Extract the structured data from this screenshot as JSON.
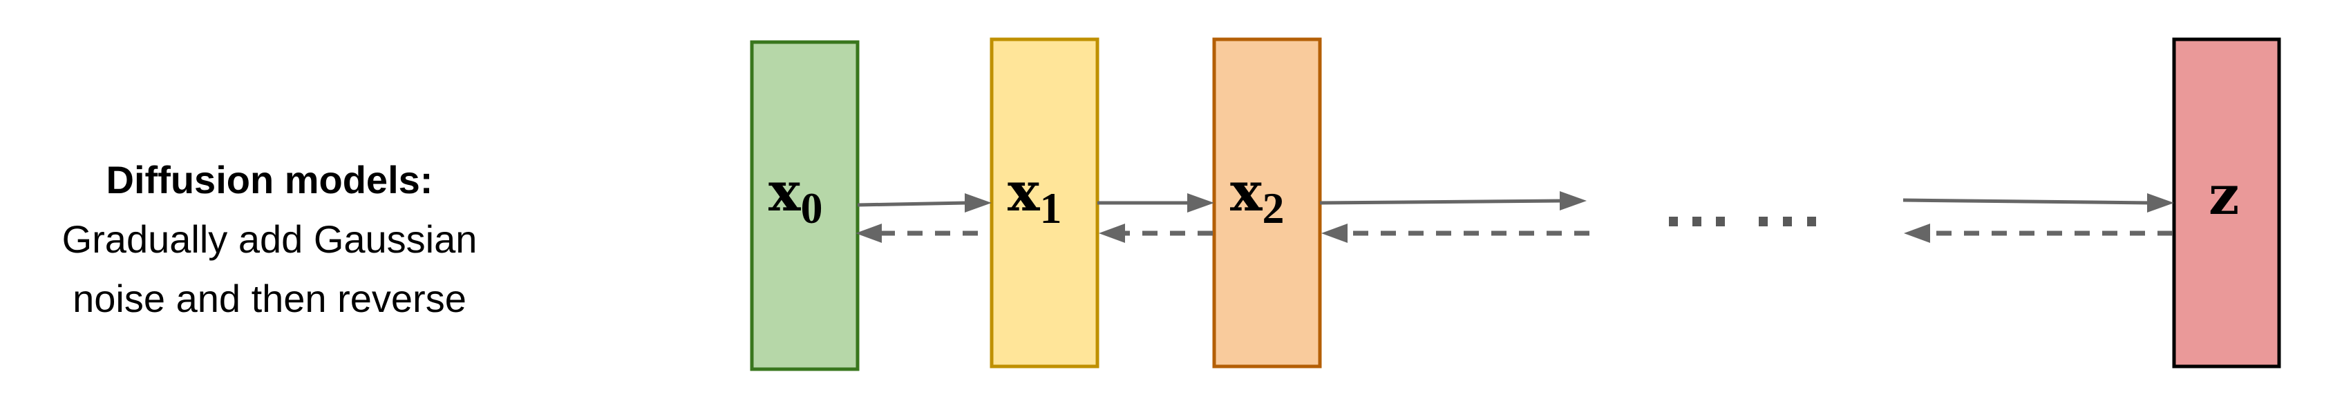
{
  "caption": {
    "title": "Diffusion models:",
    "line1": "Gradually add Gaussian",
    "line2": "noise and then reverse"
  },
  "nodes": [
    {
      "symbol": "x",
      "subscript": "0",
      "fill": "#b6d7a8",
      "stroke": "#38761d"
    },
    {
      "symbol": "x",
      "subscript": "1",
      "fill": "#ffe599",
      "stroke": "#bf9000"
    },
    {
      "symbol": "x",
      "subscript": "2",
      "fill": "#f9cb9c",
      "stroke": "#b45f06"
    },
    {
      "symbol": "z",
      "subscript": "",
      "fill": "#ea9999",
      "stroke": "#000000"
    }
  ],
  "ellipsis": "... ...",
  "arrow_color": "#666666"
}
